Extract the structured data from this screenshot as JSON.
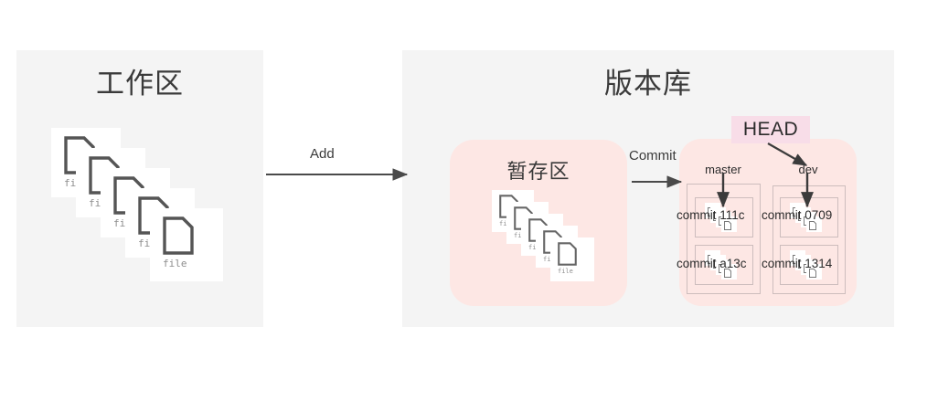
{
  "diagram": {
    "title_workspace": "工作区",
    "title_repository": "版本库",
    "staging": {
      "title": "暂存区",
      "file_cards": [
        "fi",
        "fi",
        "fi",
        "fi",
        "file"
      ]
    },
    "workspace": {
      "file_cards": [
        "fi",
        "fi",
        "fi",
        "fi",
        "file"
      ]
    },
    "arrows": [
      {
        "name": "add",
        "label": "Add"
      },
      {
        "name": "commit",
        "label": "Commit"
      }
    ],
    "head": {
      "label": "HEAD",
      "points_to": "dev"
    },
    "branches": [
      {
        "name": "master",
        "label": "master",
        "commits": [
          {
            "label": "commit 111c"
          },
          {
            "label": "commit a13c"
          }
        ]
      },
      {
        "name": "dev",
        "label": "dev",
        "commits": [
          {
            "label": "commit 0709"
          },
          {
            "label": "commit 1314"
          }
        ]
      }
    ],
    "colors": {
      "panel_bg": "#f4f4f4",
      "pink_bg": "#fde7e4",
      "head_bg": "#f8dde8",
      "border": "#cdbdbd",
      "text": "#3a3a3a",
      "arrow": "#4a4a4a"
    }
  }
}
